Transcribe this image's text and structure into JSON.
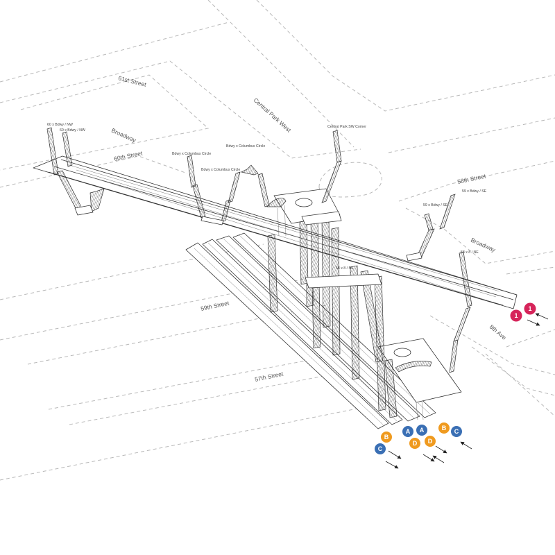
{
  "streets": {
    "st61": "61st Street",
    "cpw": "Central Park West",
    "broadway_n": "Broadway",
    "st60": "60th Street",
    "st58": "58th Street",
    "broadway_e": "Broadway",
    "st59": "59th Street",
    "ave8": "8th Ave",
    "st57": "57th Street"
  },
  "entrances": {
    "e1": "60 x Bdwy / NW",
    "e2": "60 x Bdwy / NW",
    "e3": "Bdwy x Columbus Circle",
    "e4": "Bdwy x Columbus Circle",
    "e5": "Bdwy x Columbus Circle",
    "e6": "Central Park SW Corner",
    "e7": "59 x Bdwy / SE",
    "e8": "59 x Bdwy / SE",
    "e9": "58 x 8 / NE",
    "e10": "58 x 8 / NE"
  },
  "lines": {
    "colors": {
      "red": "#d6245a",
      "blue": "#3a6fb4",
      "orange": "#ef9a1f"
    },
    "east_badges": [
      {
        "label": "1",
        "color": "red"
      },
      {
        "label": "1",
        "color": "red"
      }
    ],
    "south_badges": [
      {
        "label": "B",
        "color": "orange"
      },
      {
        "label": "C",
        "color": "blue"
      },
      {
        "label": "A",
        "color": "blue"
      },
      {
        "label": "D",
        "color": "orange"
      },
      {
        "label": "A",
        "color": "blue"
      },
      {
        "label": "D",
        "color": "orange"
      },
      {
        "label": "B",
        "color": "orange"
      },
      {
        "label": "C",
        "color": "blue"
      }
    ]
  }
}
